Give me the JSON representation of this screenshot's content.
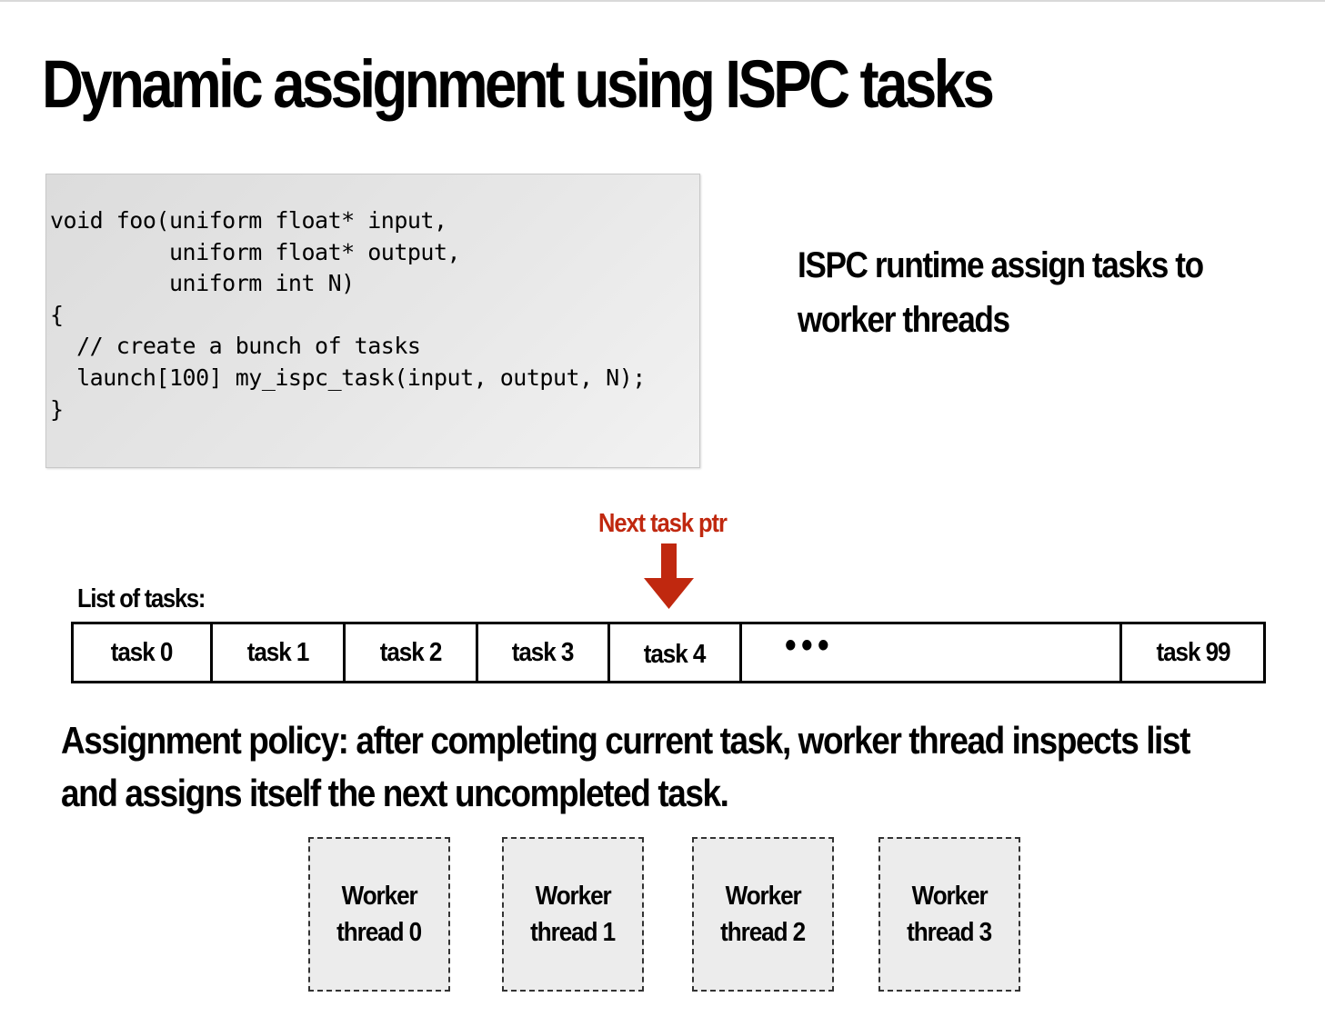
{
  "title": "Dynamic assignment using ISPC tasks",
  "code": "void foo(uniform float* input,\n         uniform float* output,\n         uniform int N)\n{\n  // create a bunch of tasks\n  launch[100] my_ispc_task(input, output, N);\n}",
  "side_note": "ISPC runtime assign tasks to worker threads",
  "next_task_pointer_label": "Next task ptr",
  "list_label": "List of tasks:",
  "tasks": [
    "task 0",
    "task 1",
    "task 2",
    "task 3",
    "task 4",
    "•••",
    "task 99"
  ],
  "policy_text": "Assignment policy: after completing current task, worker thread inspects list and assigns itself the next uncompleted task.",
  "workers": [
    {
      "line1": "Worker",
      "line2": "thread 0"
    },
    {
      "line1": "Worker",
      "line2": "thread 1"
    },
    {
      "line1": "Worker",
      "line2": "thread 2"
    },
    {
      "line1": "Worker",
      "line2": "thread 3"
    }
  ],
  "colors": {
    "accent_red": "#c0280f",
    "code_background": "#e4e4e4",
    "worker_background": "#ececec"
  },
  "icons": {
    "pointer": "down-arrow-icon"
  }
}
